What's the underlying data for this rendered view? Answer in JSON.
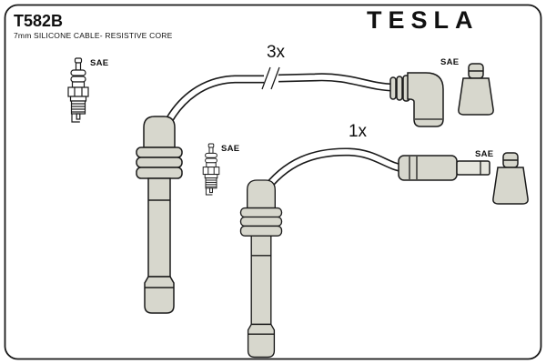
{
  "header": {
    "part_number": "T582B",
    "description": "7mm SILICONE CABLE- RESISTIVE CORE",
    "brand": "TESLA"
  },
  "labels": {
    "qty_top": "3x",
    "qty_bottom": "1x",
    "sae_spark_plug_left": "SAE",
    "sae_spark_plug_center": "SAE",
    "sae_cap_3x": "SAE",
    "sae_cap_1x": "SAE"
  },
  "colors": {
    "outline": "#1a1a1a",
    "component_fill": "#d7d7cd",
    "metal_fill": "#e6e6de",
    "logo_gray": "#b4b8ba",
    "background": "#ffffff"
  }
}
